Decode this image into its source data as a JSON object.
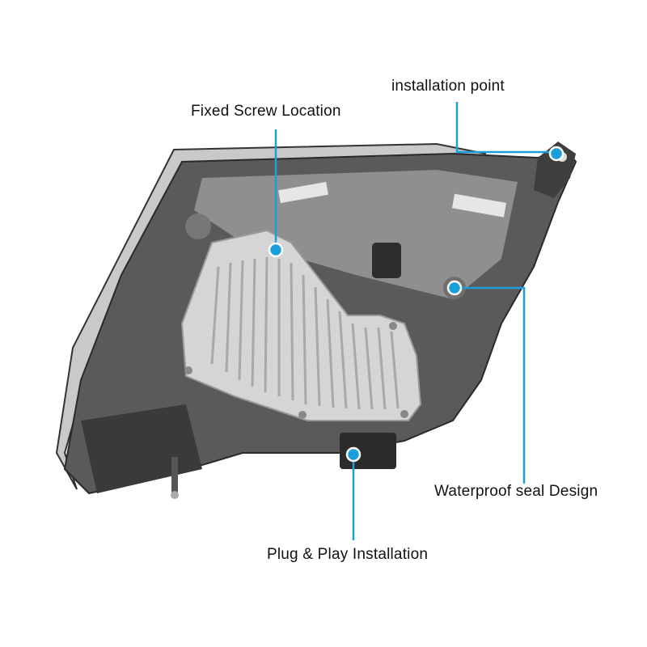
{
  "callouts": {
    "fixed_screw": "Fixed Screw Location",
    "installation_point": "installation point",
    "waterproof_seal": "Waterproof seal Design",
    "plug_play": "Plug & Play Installation"
  },
  "colors": {
    "accent": "#1a9fdb",
    "housing": "#4a4a4a",
    "heatsink": "#d8d8d8"
  }
}
